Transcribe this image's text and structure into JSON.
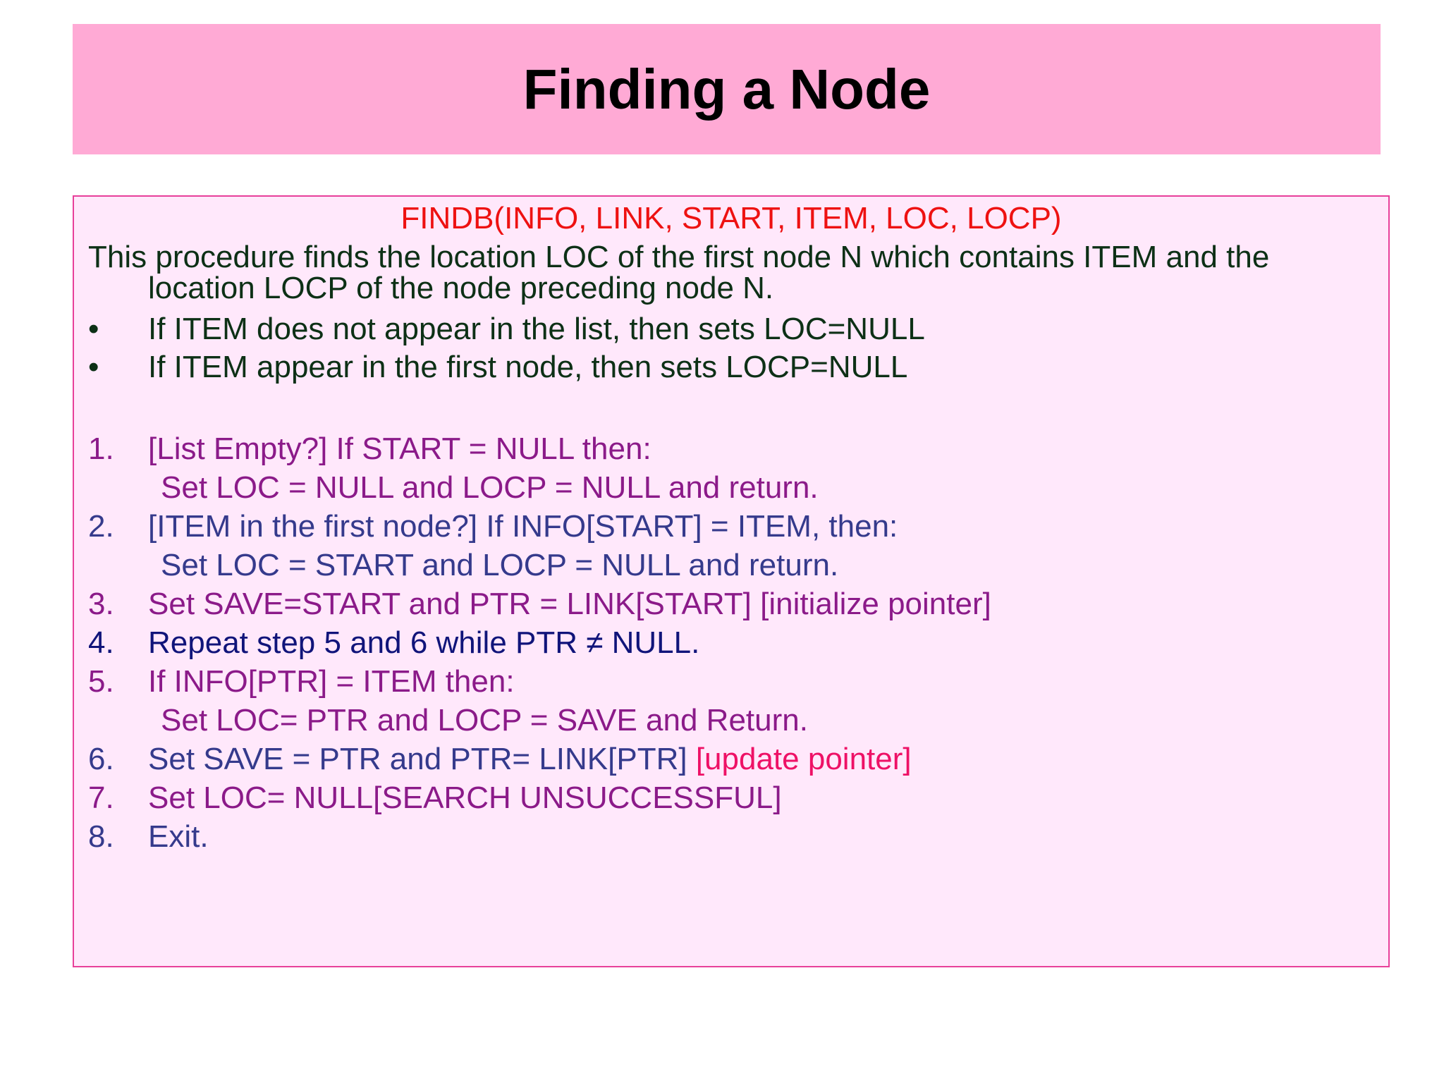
{
  "title": "Finding a Node",
  "colors": {
    "title_background": "#ffaad5",
    "box_background": "#ffe8fb",
    "box_border": "#e8409a",
    "red": "#ee1111",
    "dark_green": "#0d3016",
    "purple": "#8b1a89",
    "slate_blue": "#353a8c",
    "navy": "#10147a",
    "crimson": "#ee1166"
  },
  "signature": "FINDB(INFO, LINK, START, ITEM, LOC, LOCP)",
  "description": {
    "line1": "This procedure finds the location LOC of the first node N which contains ITEM and the",
    "line2": "location LOCP of the node preceding node N."
  },
  "bullets": [
    {
      "marker": "•",
      "text": "If ITEM does not appear in the list, then sets LOC=NULL"
    },
    {
      "marker": "•",
      "text": "If ITEM appear in the first node, then sets LOCP=NULL"
    }
  ],
  "steps": [
    {
      "num": "1.",
      "text": "[List Empty?] If START = NULL then:",
      "sub": "Set LOC = NULL and LOCP = NULL and return."
    },
    {
      "num": "2.",
      "text": "[ITEM in the first node?] If INFO[START] = ITEM, then:",
      "sub": "Set LOC = START and LOCP = NULL and return."
    },
    {
      "num": "3.",
      "text": "Set SAVE=START and PTR = LINK[START] [initialize pointer]"
    },
    {
      "num": "4.",
      "text": "Repeat step 5 and 6 while PTR ≠ NULL."
    },
    {
      "num": "5.",
      "text": "If INFO[PTR] = ITEM then:",
      "sub": "Set LOC= PTR and LOCP = SAVE and Return."
    },
    {
      "num": "6.",
      "text": "Set SAVE = PTR and PTR= LINK[PTR]",
      "comment": "[update pointer]"
    },
    {
      "num": "7.",
      "text": "Set LOC= NULL[SEARCH UNSUCCESSFUL]"
    },
    {
      "num": "8.",
      "text": "Exit."
    }
  ]
}
